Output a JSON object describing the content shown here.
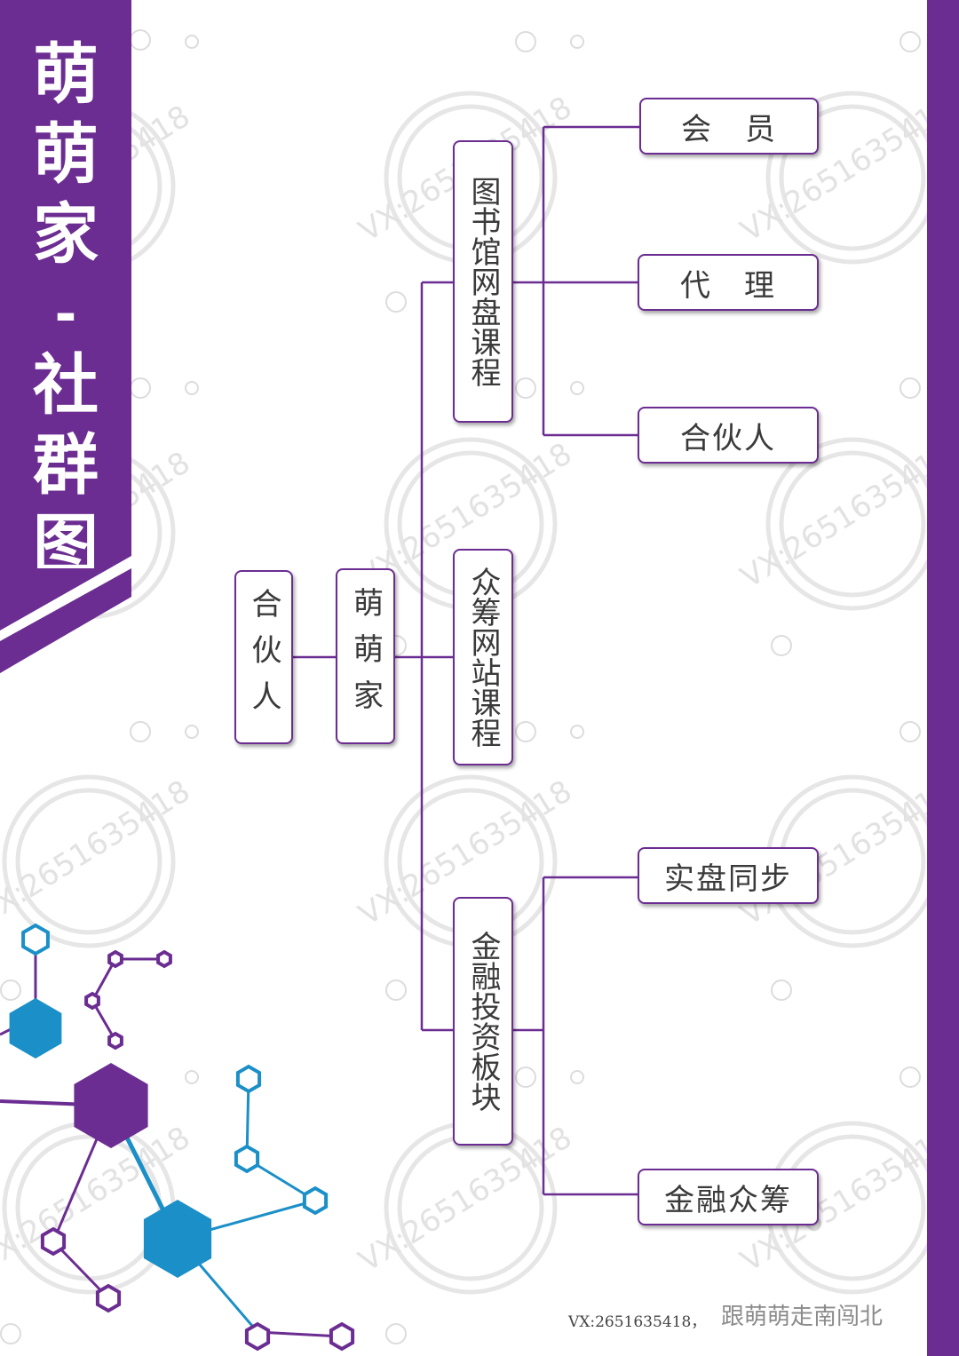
{
  "colors": {
    "accent": "#6b2d91",
    "line": "#6b2d91",
    "text": "#3a3a3a",
    "blue": "#1b8fc7",
    "watermark": "#e4e4e4"
  },
  "banner": {
    "title_chars": [
      "萌",
      "萌",
      "家",
      "-",
      "社",
      "群",
      "图"
    ]
  },
  "diagram": {
    "partner": "合伙人",
    "root": "萌萌家",
    "branch_library": "图书馆网盘课程",
    "branch_crowdfunding": "众筹网站课程",
    "branch_finance": "金融投资板块",
    "leaf_member": "会　员",
    "leaf_agent": "代　理",
    "leaf_partner": "合伙人",
    "leaf_live": "实盘同步",
    "leaf_finance_crowdfunding": "金融众筹"
  },
  "watermark": {
    "text": "VX:2651635418"
  },
  "footer": {
    "text": "VX:2651635418，",
    "wechat": "跟萌萌走南闯北"
  }
}
